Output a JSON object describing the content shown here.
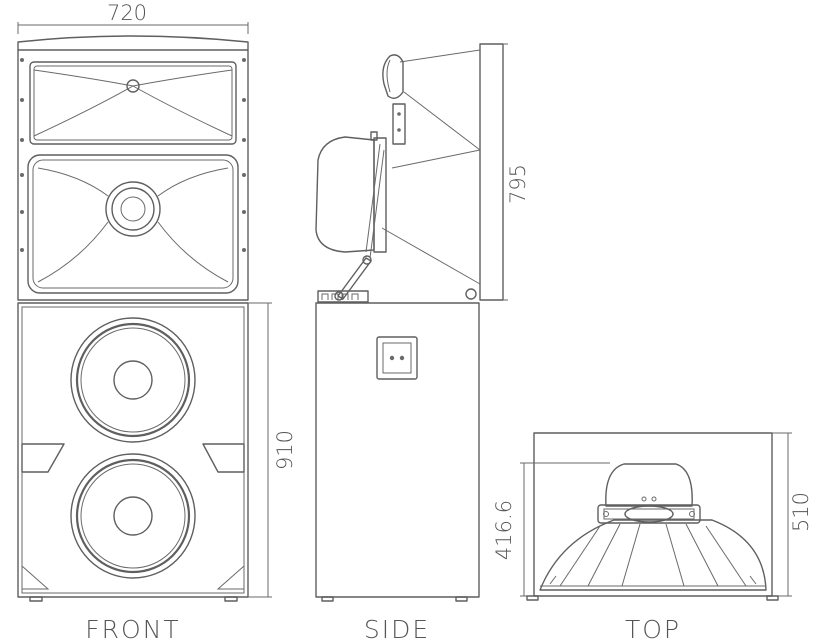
{
  "views": {
    "front_label": "FRONT",
    "side_label": "SIDE",
    "top_label": "TOP"
  },
  "dimensions": {
    "front_width": "720",
    "bottom_height": "910",
    "top_height": "795",
    "top_depth": "510",
    "driver_depth": "416.6"
  }
}
